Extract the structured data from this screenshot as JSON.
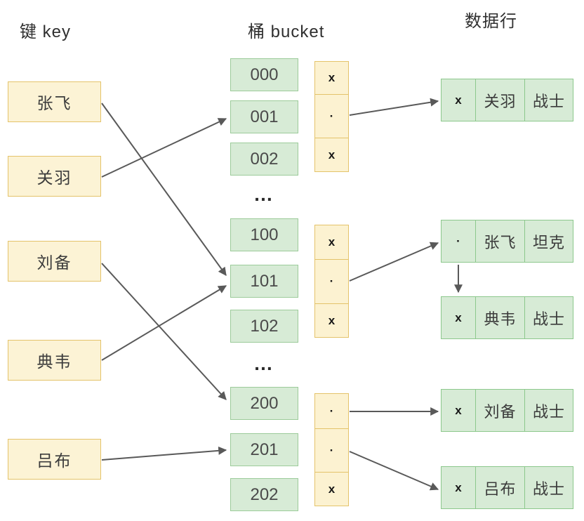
{
  "headers": {
    "keys": "键 key",
    "buckets": "桶 bucket",
    "data_rows": "数据行"
  },
  "keys": [
    {
      "label": "张飞"
    },
    {
      "label": "关羽"
    },
    {
      "label": "刘备"
    },
    {
      "label": "典韦"
    },
    {
      "label": "吕布"
    }
  ],
  "buckets": {
    "items": [
      "000",
      "001",
      "002",
      "100",
      "101",
      "102",
      "200",
      "201",
      "202"
    ],
    "ellipsis": "…"
  },
  "pointers": [
    [
      "x",
      "·",
      "x"
    ],
    [
      "x",
      "·",
      "x"
    ],
    [
      "·",
      "·",
      "x"
    ]
  ],
  "data_rows": [
    {
      "flag": "x",
      "name": "关羽",
      "role": "战士"
    },
    {
      "flag": "·",
      "name": "张飞",
      "role": "坦克"
    },
    {
      "flag": "x",
      "name": "典韦",
      "role": "战士"
    },
    {
      "flag": "x",
      "name": "刘备",
      "role": "战士"
    },
    {
      "flag": "x",
      "name": "吕布",
      "role": "战士"
    }
  ],
  "links": [
    {
      "from": "张飞",
      "to": "101"
    },
    {
      "from": "关羽",
      "to": "001"
    },
    {
      "from": "刘备",
      "to": "200"
    },
    {
      "from": "典韦",
      "to": "101"
    },
    {
      "from": "吕布",
      "to": "201"
    },
    {
      "from": "001-pointer",
      "to": "关羽-row"
    },
    {
      "from": "101-pointer",
      "to": "张飞-row"
    },
    {
      "from": "200-pointer",
      "to": "刘备-row"
    },
    {
      "from": "201-pointer",
      "to": "吕布-row"
    },
    {
      "from": "张飞-row",
      "to": "典韦-row"
    }
  ],
  "colors": {
    "key_fill": "#FCF3D5",
    "key_stroke": "#E4C36A",
    "bucket_fill": "#D7EBD6",
    "bucket_stroke": "#9CCB9A",
    "row_stroke": "#8CC88C",
    "arrow": "#595959",
    "text": "#3B3B3B"
  }
}
